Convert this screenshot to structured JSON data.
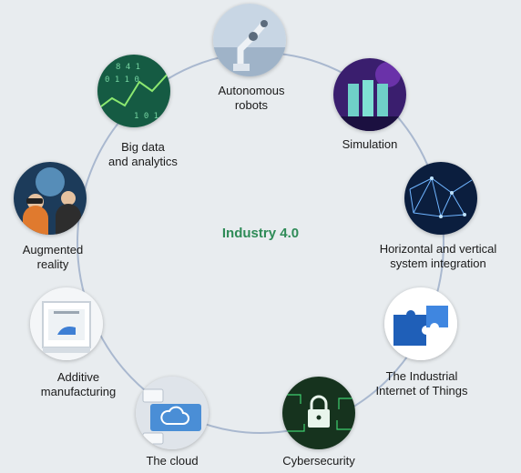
{
  "title": "Industry 4.0",
  "colors": {
    "ring": "#a9b8cf",
    "title": "#2e8b57",
    "background": "#e8ecef"
  },
  "nodes": [
    {
      "label": "Autonomous\nrobots",
      "icon": "robot-arm-icon"
    },
    {
      "label": "Simulation",
      "icon": "server-racks-icon"
    },
    {
      "label": "Horizontal and vertical\nsystem integration",
      "icon": "network-mesh-icon"
    },
    {
      "label": "The Industrial\nInternet of Things",
      "icon": "puzzle-pieces-icon"
    },
    {
      "label": "Cybersecurity",
      "icon": "padlock-circuit-icon"
    },
    {
      "label": "The cloud",
      "icon": "cloud-keyboard-icon"
    },
    {
      "label": "Additive\nmanufacturing",
      "icon": "3d-printer-icon"
    },
    {
      "label": "Augmented\nreality",
      "icon": "vr-headset-icon"
    },
    {
      "label": "Big data\nand analytics",
      "icon": "data-matrix-icon"
    }
  ]
}
